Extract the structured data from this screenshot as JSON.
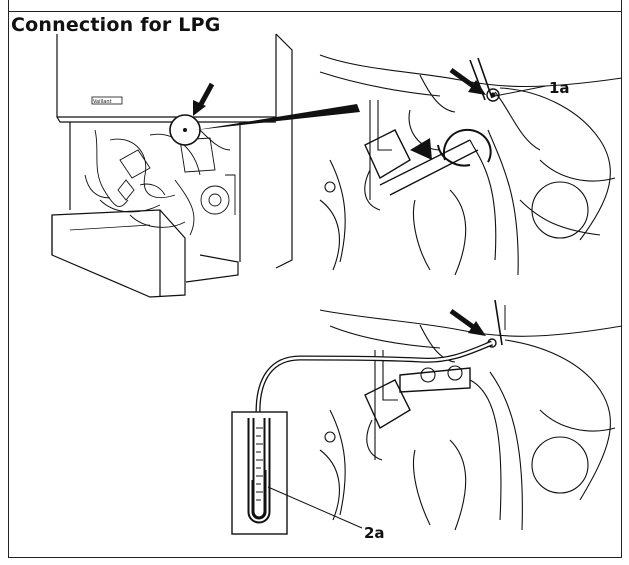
{
  "title": "Connection for LPG",
  "callouts": {
    "c1": "1a",
    "c2": "2a"
  },
  "boiler_badge": "Vaillant",
  "icons": [
    "pointer-arrow",
    "rotate-arrow",
    "u-tube-manometer"
  ]
}
